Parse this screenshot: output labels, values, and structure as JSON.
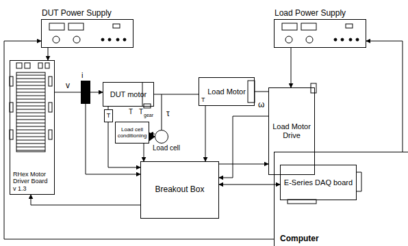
{
  "diagram": {
    "nodes": [
      {
        "text": [
          "DUT Power Supply"
        ]
      },
      {
        "text": [
          "Load Power Supply"
        ]
      },
      {
        "text": [
          "RHex Motor Driver Board v 1.3"
        ]
      },
      {
        "text": [
          "i"
        ]
      },
      {
        "text": [
          "DUT motor"
        ]
      },
      {
        "text": [
          "Load Motor"
        ]
      },
      {
        "text": [
          "Load Motor Drive"
        ]
      },
      {
        "text": [
          "T"
        ]
      },
      {
        "text": [
          "Load cell conditioning"
        ]
      },
      {
        "text": [
          "Load cell"
        ]
      },
      {
        "text": [
          "Breakout Box"
        ]
      },
      {
        "text": [
          "Computer"
        ]
      },
      {
        "text": [
          "E-Series DAQ board"
        ],
        "in": 11
      }
    ],
    "edges": [
      {
        "from": 11,
        "to": 0,
        "arrow": "to"
      },
      {
        "from": 11,
        "to": 1,
        "arrow": "to"
      },
      {
        "from": 0,
        "to": 2,
        "arrow": "to"
      },
      {
        "from": 1,
        "to": 6,
        "arrow": "to"
      },
      {
        "from": 2,
        "to": 3,
        "arrow": "none",
        "label": "v"
      },
      {
        "from": 3,
        "to": 4,
        "arrow": "to"
      },
      {
        "from": 3,
        "to": 10,
        "arrow": "to"
      },
      {
        "from": 10,
        "to": 2,
        "arrow": "to"
      },
      {
        "from": 7,
        "to": 10,
        "arrow": "to"
      },
      {
        "from": 9,
        "to": 8,
        "arrow": "to"
      },
      {
        "from": 8,
        "to": 10,
        "arrow": "to"
      },
      {
        "from": 5,
        "to": 10,
        "arrow": "to"
      },
      {
        "from": 6,
        "to": 10,
        "arrow": "to",
        "label": "ω"
      },
      {
        "from": 10,
        "to": 6,
        "arrow": "to"
      },
      {
        "from": 10,
        "to": 12,
        "arrow": "both"
      },
      {
        "from": 4,
        "to": 5,
        "arrow": "none"
      },
      {
        "from": 6,
        "to": 5,
        "arrow": "none"
      }
    ],
    "labels": [
      "T",
      "T",
      "gear",
      "T",
      "τ"
    ]
  }
}
